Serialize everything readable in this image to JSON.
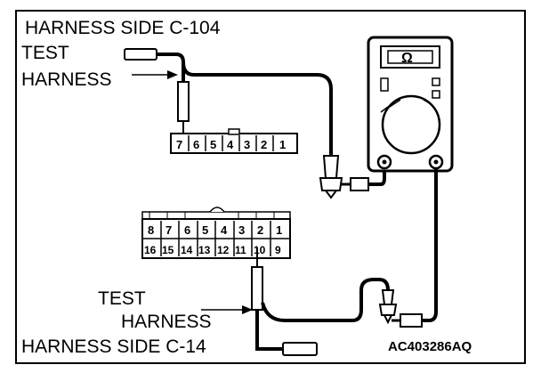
{
  "labels": {
    "top_title": "HARNESS SIDE C-104",
    "test_harness_top_line1": "TEST",
    "test_harness_top_line2": "HARNESS",
    "test_harness_bottom_line1": "TEST",
    "test_harness_bottom_line2": "HARNESS",
    "bottom_title": "HARNESS SIDE C-14",
    "figure_code": "AC403286AQ"
  },
  "meter": {
    "symbol": "Ω"
  },
  "connector_c104": {
    "pins": [
      "7",
      "6",
      "5",
      "4",
      "3",
      "2",
      "1"
    ]
  },
  "connector_c14": {
    "row_top": [
      "8",
      "7",
      "6",
      "5",
      "4",
      "3",
      "2",
      "1"
    ],
    "row_bottom": [
      "16",
      "15",
      "14",
      "13",
      "12",
      "11",
      "10",
      "9"
    ]
  },
  "colors": {
    "line": "#000000",
    "background": "#ffffff"
  }
}
